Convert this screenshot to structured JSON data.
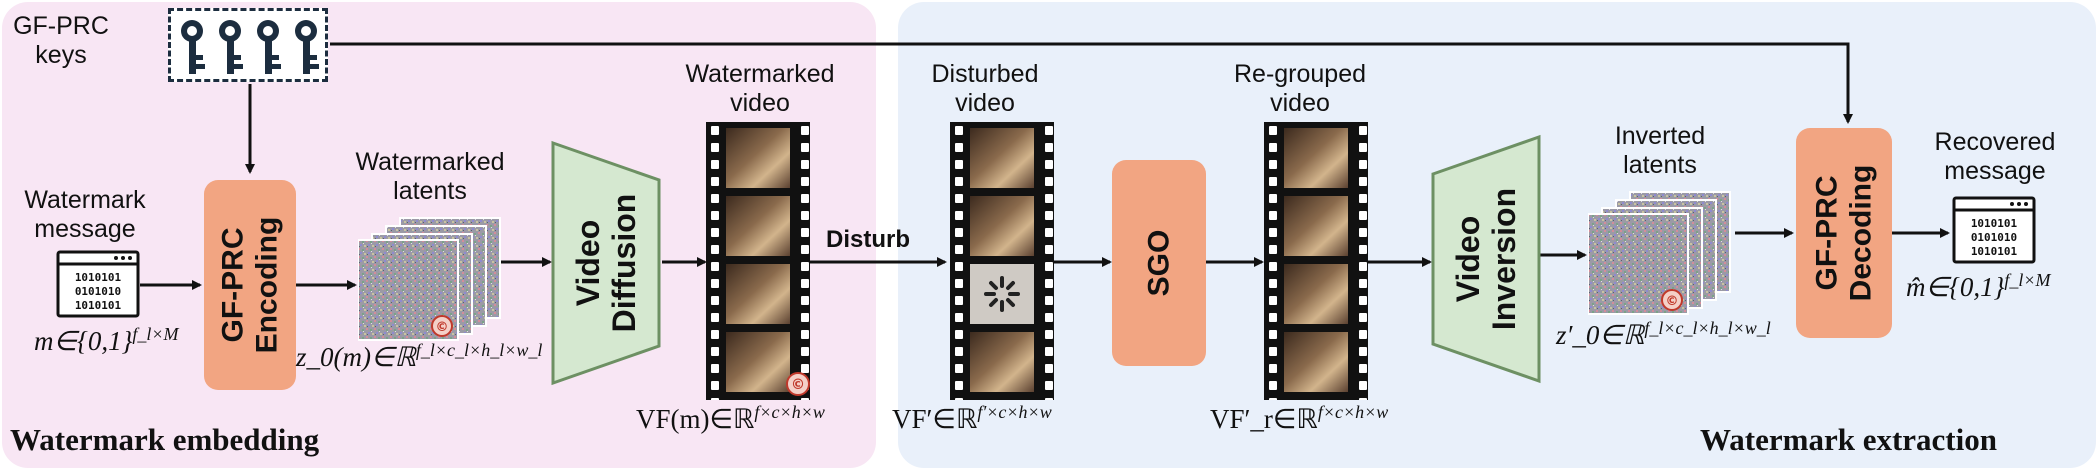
{
  "keys": {
    "label_line1": "GF-PRC",
    "label_line2": "keys"
  },
  "embedding": {
    "section_title": "Watermark embedding",
    "message_label_1": "Watermark",
    "message_label_2": "message",
    "message_math": "m∈{0,1}",
    "message_math_sup": "f_l×M",
    "encoding_label_1": "GF-PRC",
    "encoding_label_2": "Encoding",
    "latents_label_1": "Watermarked",
    "latents_label_2": "latents",
    "latents_math": "z_0(m)∈ℝ",
    "latents_math_sup": "f_l×c_l×h_l×w_l",
    "diffusion_label_1": "Video",
    "diffusion_label_2": "Diffusion",
    "video_label_1": "Watermarked",
    "video_label_2": "video",
    "video_math": "VF(m)∈ℝ",
    "video_math_sup": "f×c×h×w"
  },
  "disturb": {
    "label": "Disturb"
  },
  "extraction": {
    "section_title": "Watermark extraction",
    "disturbed_label_1": "Disturbed",
    "disturbed_label_2": "video",
    "disturbed_math": "VF′∈ℝ",
    "disturbed_math_sup": "f′×c×h×w",
    "sgo_label": "SGO",
    "regrouped_label_1": "Re-grouped",
    "regrouped_label_2": "video",
    "regrouped_math": "VF′_r∈ℝ",
    "regrouped_math_sup": "f×c×h×w",
    "inversion_label_1": "Video",
    "inversion_label_2": "Inversion",
    "inverted_label_1": "Inverted",
    "inverted_label_2": "latents",
    "inverted_math": "z′_0∈ℝ",
    "inverted_math_sup": "f_l×c_l×h_l×w_l",
    "decoding_label_1": "GF-PRC",
    "decoding_label_2": "Decoding",
    "recovered_label_1": "Recovered",
    "recovered_label_2": "message",
    "recovered_math": "m̂∈{0,1}",
    "recovered_math_sup": "f_l×M"
  },
  "colors": {
    "embedding_panel": "#f8e6f4",
    "extraction_panel": "#e9f0fa",
    "orange_box": "#f2a582",
    "green_trapezoid": "#d5e8d0",
    "green_border": "#6d9063"
  }
}
